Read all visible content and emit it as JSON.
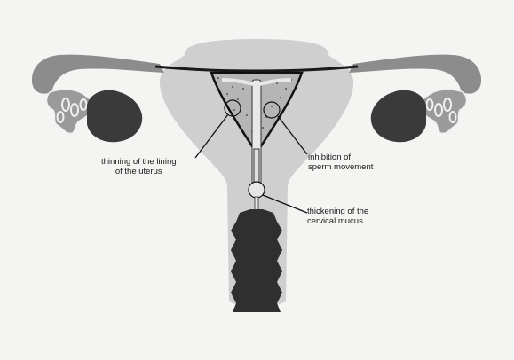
{
  "diagram": {
    "subject": "uterus-with-intrauterine-device",
    "colors": {
      "background": "#f4f4f2",
      "uterus_fill": "#cfcfcf",
      "ovary_fill": "#3a3a3a",
      "tube_fill": "#8c8c8c",
      "lining": "#111111",
      "cervix": "#2f2f2f"
    },
    "labels": {
      "lining": [
        "thinning of the lining",
        "of the uterus"
      ],
      "sperm": [
        "inhibition of",
        "sperm movement"
      ],
      "mucus": [
        "thickening of the",
        "cervical mucus"
      ]
    }
  }
}
